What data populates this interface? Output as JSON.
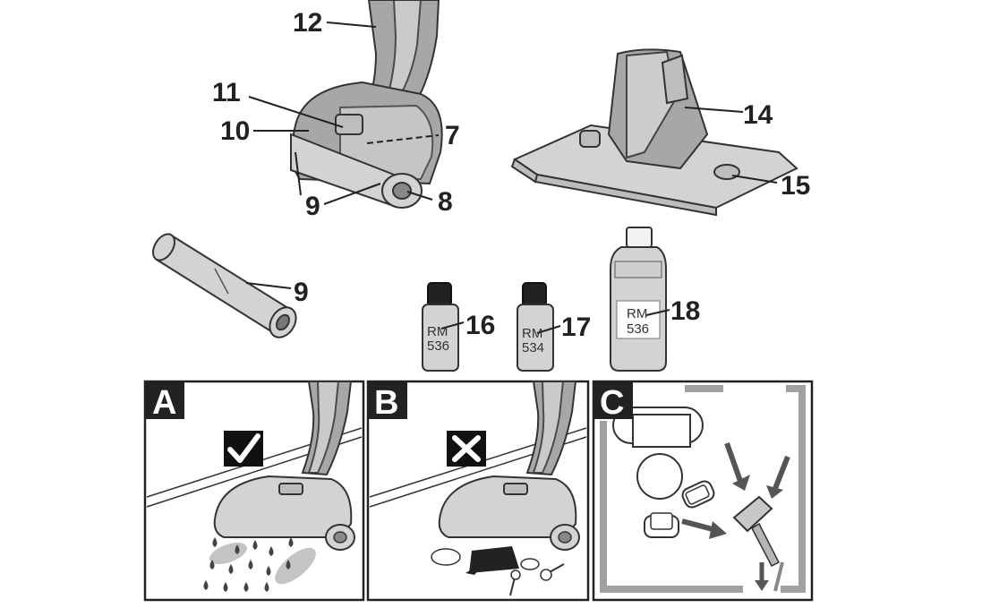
{
  "callouts": {
    "c12": "12",
    "c11": "11",
    "c10": "10",
    "c7": "7",
    "c9a": "9",
    "c8": "8",
    "c14": "14",
    "c15": "15",
    "c9b": "9",
    "c16": "16",
    "c17": "17",
    "c18": "18"
  },
  "bottles": {
    "b16": {
      "line1": "RM",
      "line2": "536"
    },
    "b17": {
      "line1": "RM",
      "line2": "534"
    },
    "b18": {
      "line1": "RM",
      "line2": "536"
    }
  },
  "panels": {
    "a": {
      "letter": "A",
      "mark_icon": "check-icon"
    },
    "b": {
      "letter": "B",
      "mark_icon": "cross-icon"
    },
    "c": {
      "letter": "C"
    }
  },
  "colors": {
    "ink": "#222222",
    "panel_grey": "#a7a7a7",
    "wall_grey": "#a0a0a0"
  }
}
